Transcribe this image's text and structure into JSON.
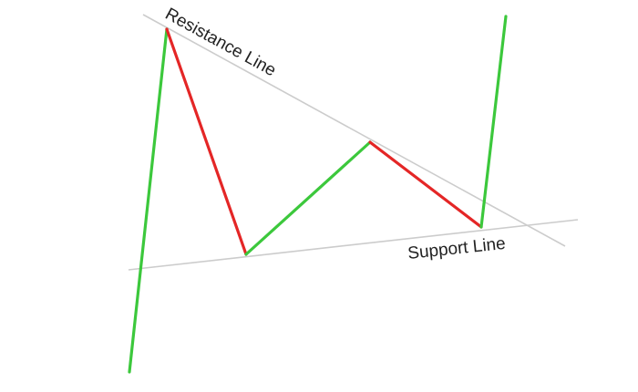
{
  "diagram": {
    "title_labels": {
      "resistance": "Resistance Line",
      "support": "Support Line"
    },
    "colors": {
      "up": "#3cc83c",
      "down": "#e42626",
      "trendline": "#cccccc",
      "text": "#222222"
    },
    "price_path": [
      {
        "direction": "up"
      },
      {
        "direction": "down"
      },
      {
        "direction": "up"
      },
      {
        "direction": "down"
      },
      {
        "direction": "up",
        "breakout": true
      }
    ]
  }
}
